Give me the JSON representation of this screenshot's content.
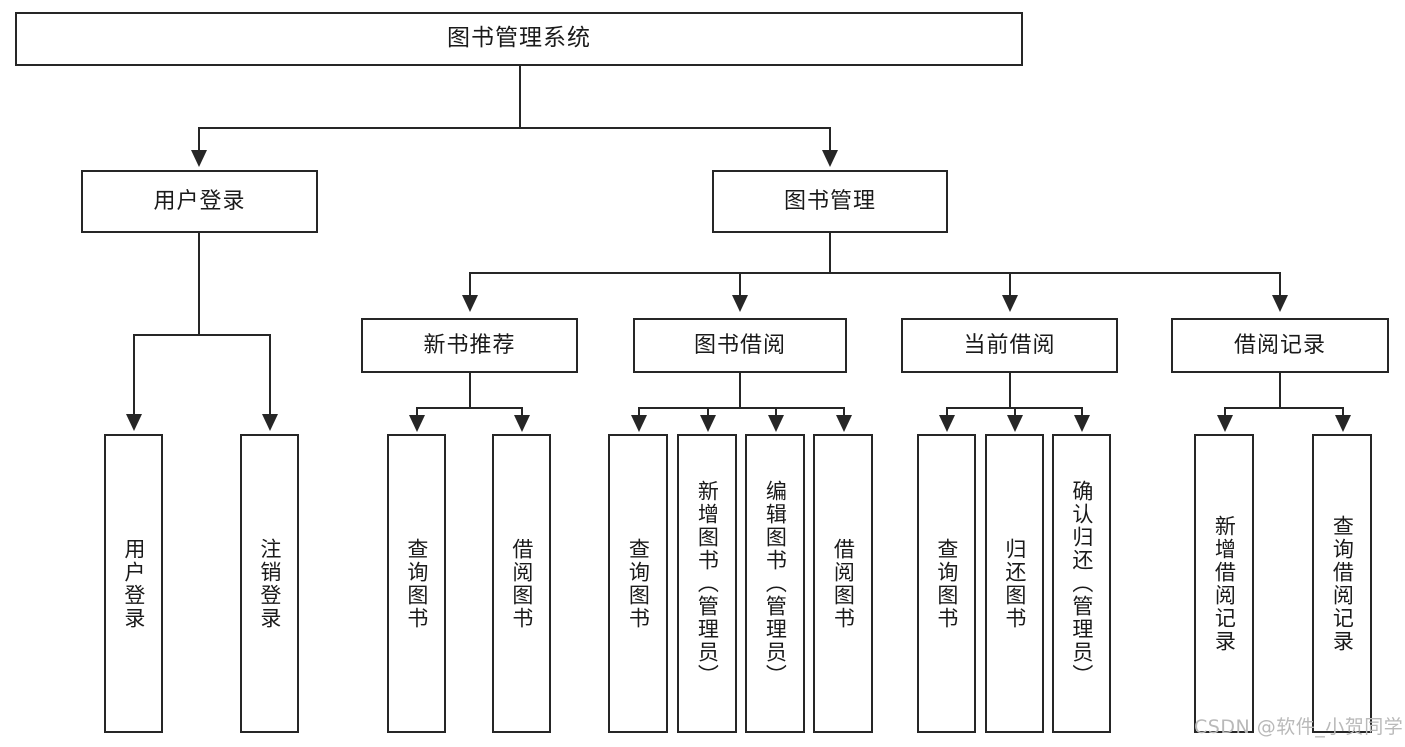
{
  "diagram": {
    "title": "图书管理系统",
    "watermark": "CSDN @软件_小贺同学",
    "colors": {
      "stroke": "#262626",
      "fill": "#ffffff",
      "text": "#1a1a1a",
      "watermark": "#b9b9b9"
    },
    "root": {
      "label": "图书管理系统"
    },
    "level2": [
      {
        "label": "用户登录"
      },
      {
        "label": "图书管理"
      }
    ],
    "level3": [
      {
        "label": "新书推荐"
      },
      {
        "label": "图书借阅"
      },
      {
        "label": "当前借阅"
      },
      {
        "label": "借阅记录"
      }
    ],
    "leaves": {
      "user_login": [
        {
          "label": "用户登录"
        },
        {
          "label": "注销登录"
        }
      ],
      "new_book_recommend": [
        {
          "label": "查询图书"
        },
        {
          "label": "借阅图书"
        }
      ],
      "book_borrow": [
        {
          "label": "查询图书"
        },
        {
          "label": "新增图书（管理员）"
        },
        {
          "label": "编辑图书（管理员）"
        },
        {
          "label": "借阅图书"
        }
      ],
      "current_borrow": [
        {
          "label": "查询图书"
        },
        {
          "label": "归还图书"
        },
        {
          "label": "确认归还（管理员）"
        }
      ],
      "borrow_record": [
        {
          "label": "新增借阅记录"
        },
        {
          "label": "查询借阅记录"
        }
      ]
    }
  }
}
